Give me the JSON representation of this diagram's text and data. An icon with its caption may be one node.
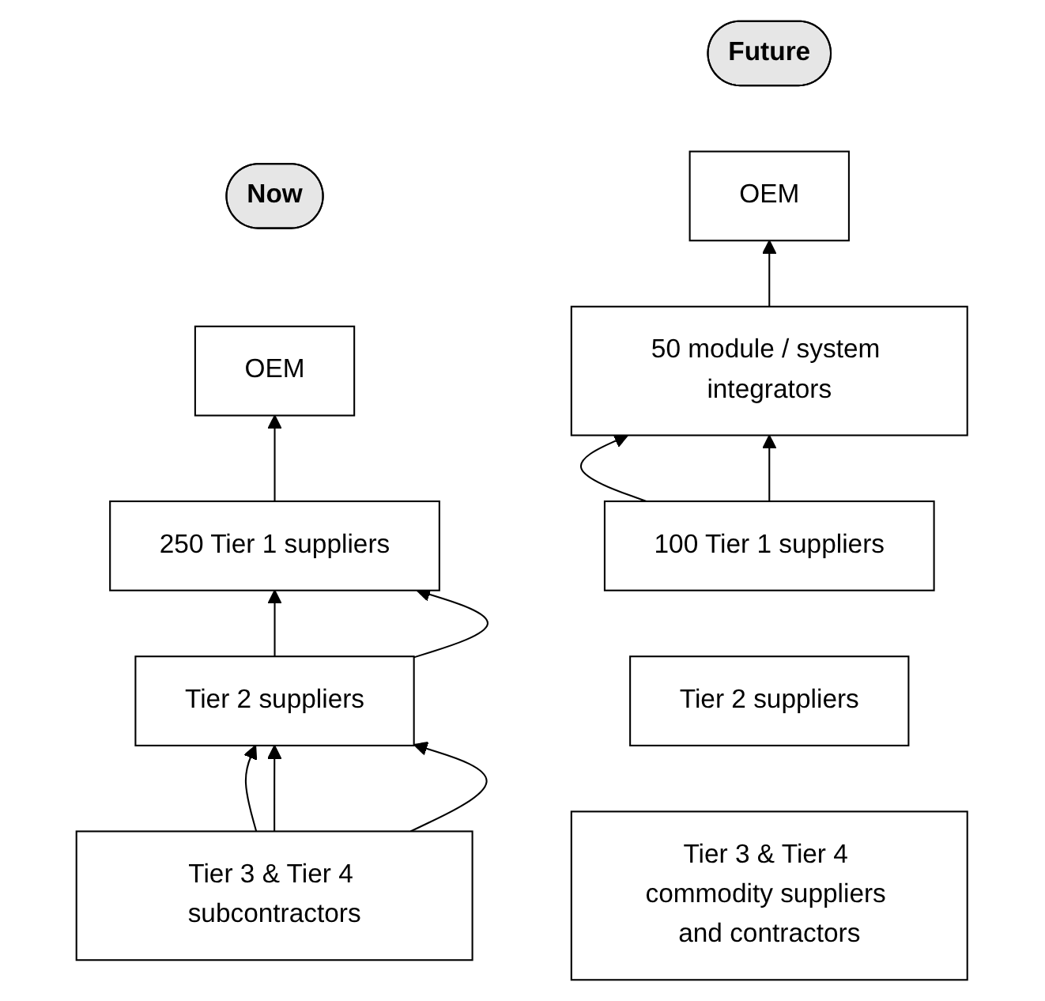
{
  "diagram": {
    "nodes": [
      {
        "text": [
          "Now"
        ]
      },
      {
        "text": [
          "OEM"
        ]
      },
      {
        "text": [
          "250 Tier 1 suppliers"
        ]
      },
      {
        "text": [
          "Tier 2 suppliers"
        ]
      },
      {
        "text": [
          "Tier 3 & Tier 4 subcontractors"
        ]
      },
      {
        "text": [
          "Future"
        ]
      },
      {
        "text": [
          "OEM"
        ]
      },
      {
        "text": [
          "50 module / system integrators"
        ]
      },
      {
        "text": [
          "100 Tier 1 suppliers"
        ]
      },
      {
        "text": [
          "Tier 2 suppliers"
        ]
      },
      {
        "text": [
          "Tier 3 & Tier 4 commodity suppliers and contractors"
        ]
      }
    ],
    "edges": [
      {
        "from": 2,
        "to": 1,
        "arrow": "to"
      },
      {
        "from": 3,
        "to": 2,
        "arrow": "to"
      },
      {
        "from": 3,
        "to": 2,
        "arrow": "to"
      },
      {
        "from": 4,
        "to": 3,
        "arrow": "to"
      },
      {
        "from": 4,
        "to": 3,
        "arrow": "to"
      },
      {
        "from": 4,
        "to": 3,
        "arrow": "to"
      },
      {
        "from": 7,
        "to": 6,
        "arrow": "to"
      },
      {
        "from": 8,
        "to": 7,
        "arrow": "to"
      },
      {
        "from": 8,
        "to": 7,
        "arrow": "to"
      }
    ]
  }
}
